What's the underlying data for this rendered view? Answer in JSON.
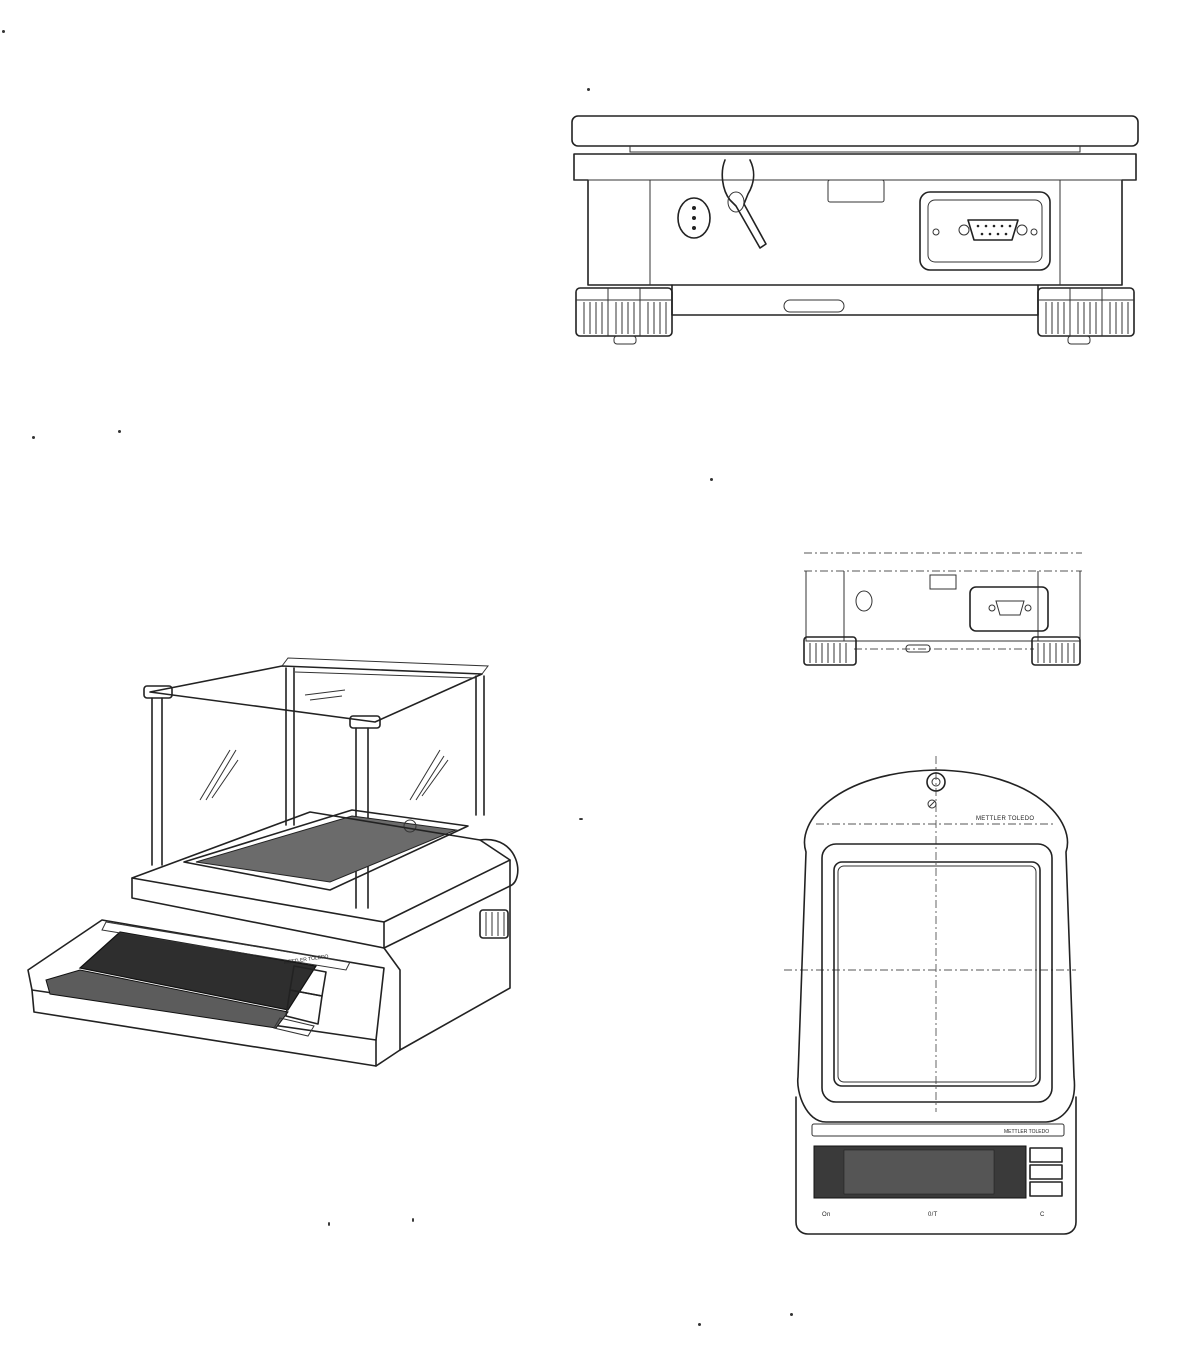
{
  "figure": {
    "brand_mark": "METTLER TOLEDO",
    "keys": {
      "on": "On",
      "tare": "0/T",
      "clear": "C"
    }
  }
}
